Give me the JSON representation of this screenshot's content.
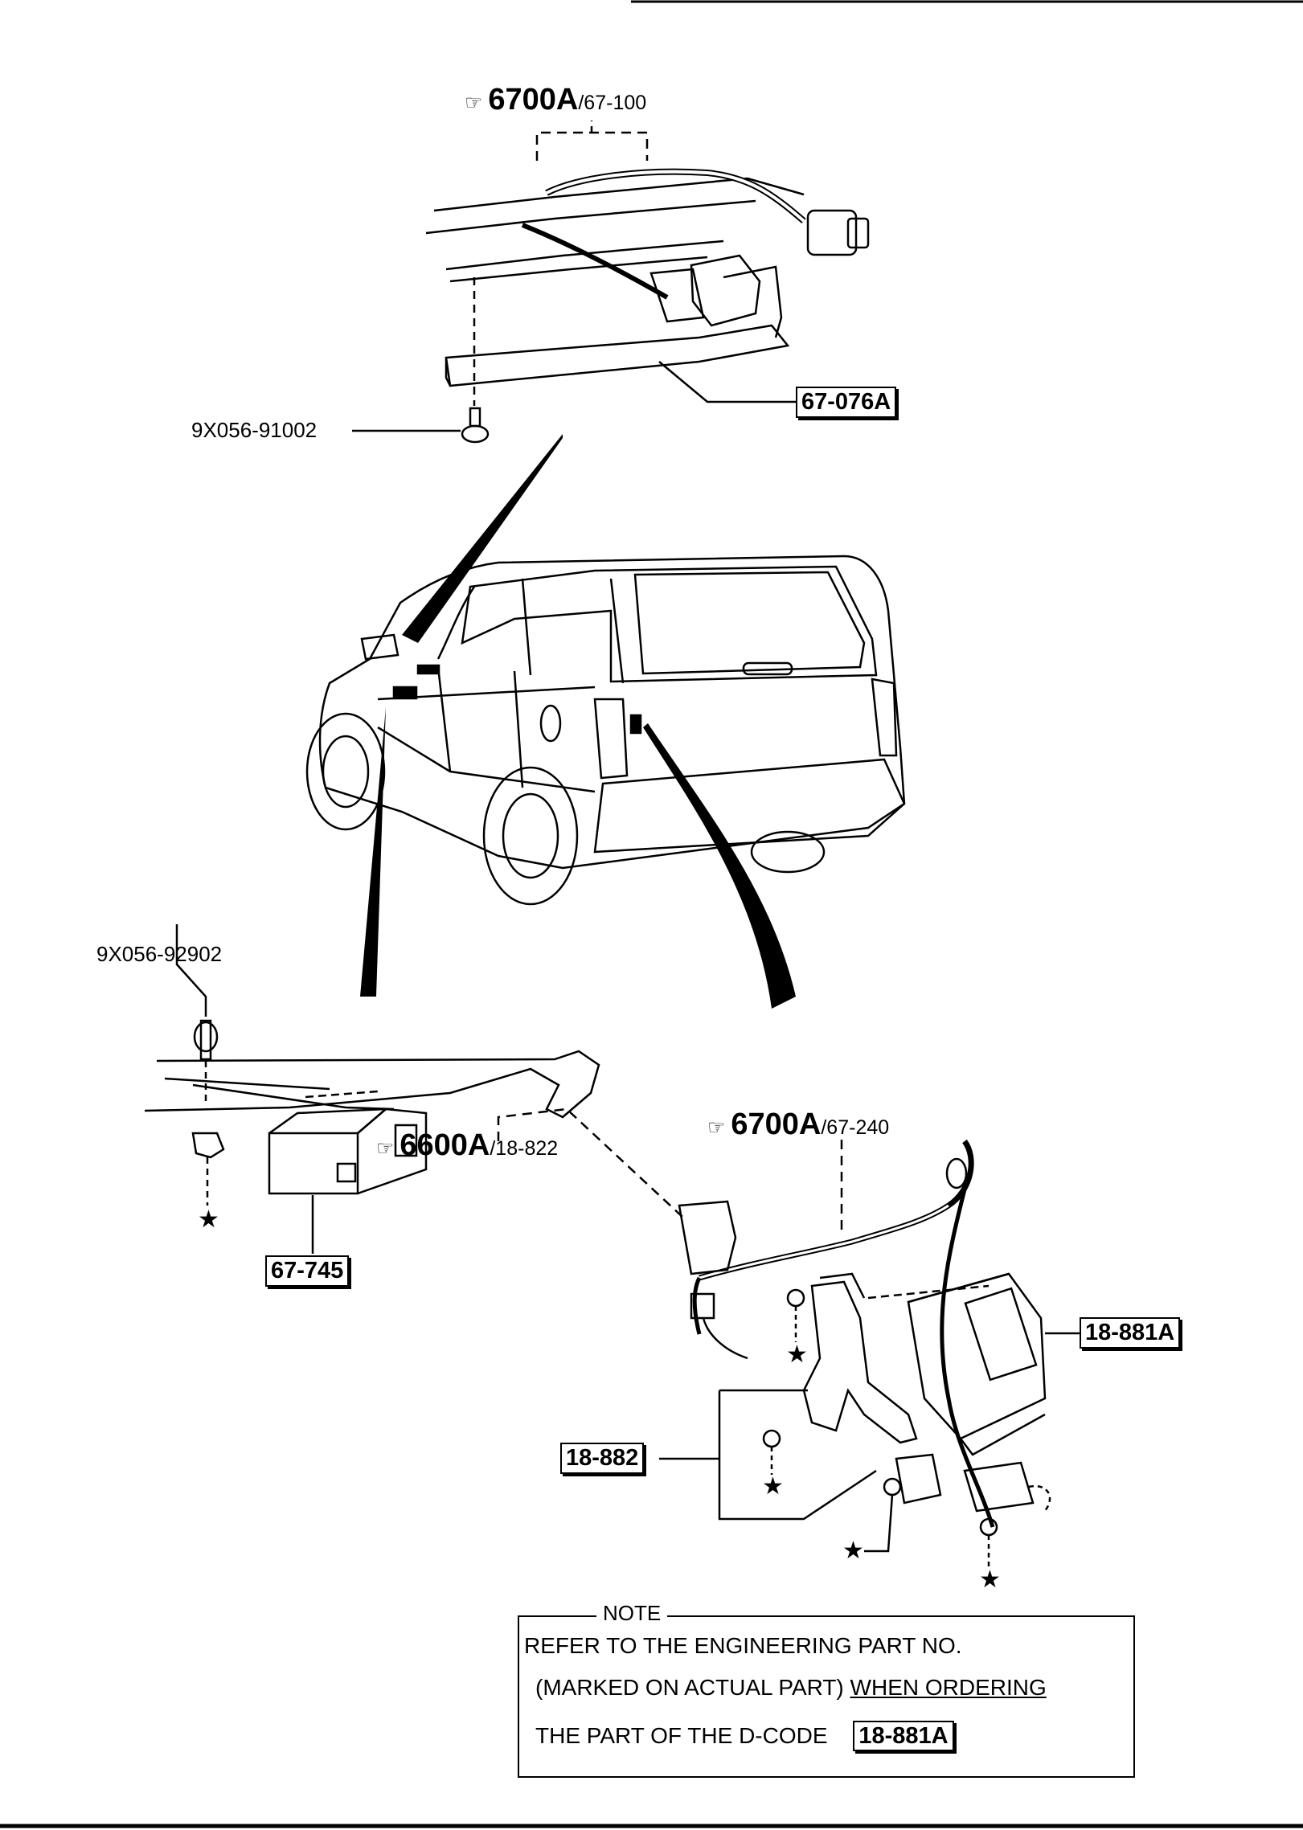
{
  "references": {
    "top": {
      "code": "6700A",
      "page": "/67-100"
    },
    "middle": {
      "code": "6700A",
      "page": "/67-240"
    },
    "left": {
      "code": "6600A",
      "page": "/18-822"
    }
  },
  "part_numbers": {
    "screw_top": "9X056-91002",
    "screw_left": "9X056-92902"
  },
  "callouts": {
    "bracket_top": "67-076A",
    "module_left": "67-745",
    "control_unit": "18-881A",
    "bracket_right": "18-882"
  },
  "note": {
    "title": "NOTE",
    "line1": "REFER TO THE ENGINEERING PART NO.",
    "line2a": "(MARKED ON ACTUAL PART) ",
    "line2b": "WHEN ORDERING",
    "line3": "THE PART OF THE D-CODE",
    "code": "18-881A"
  },
  "markers": {
    "star": "★",
    "ref_symbol": "☞"
  }
}
